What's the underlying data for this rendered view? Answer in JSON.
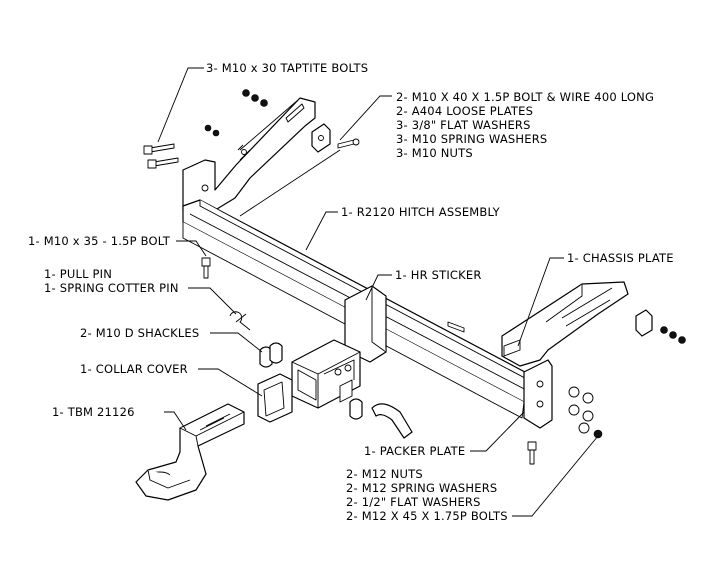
{
  "callouts": {
    "taptite_bolts": [
      "3- M10 x 30 TAPTITE BOLTS"
    ],
    "bolt_wire_kit": [
      "2- M10 X 40 X 1.5P BOLT & WIRE 400 LONG",
      "2- A404 LOOSE PLATES",
      "3- 3/8\" FLAT WASHERS",
      "3- M10 SPRING WASHERS",
      "3- M10 NUTS"
    ],
    "hitch_assembly": [
      "1- R2120 HITCH ASSEMBLY"
    ],
    "m10_bolt": [
      "1- M10 x 35 - 1.5P BOLT"
    ],
    "pull_pin": [
      "1- PULL PIN",
      "1- SPRING COTTER PIN"
    ],
    "hr_sticker": [
      "1- HR STICKER"
    ],
    "chassis_plate": [
      "1- CHASSIS PLATE"
    ],
    "d_shackles": [
      "2- M10 D SHACKLES"
    ],
    "collar_cover": [
      "1- COLLAR COVER"
    ],
    "tbm": [
      "1- TBM 21126"
    ],
    "packer_plate": [
      "1- PACKER PLATE"
    ],
    "m12_kit": [
      "2- M12 NUTS",
      "2- M12 SPRING WASHERS",
      "2- 1/2\" FLAT WASHERS",
      "2- M12 X 45 X 1.75P BOLTS"
    ]
  }
}
